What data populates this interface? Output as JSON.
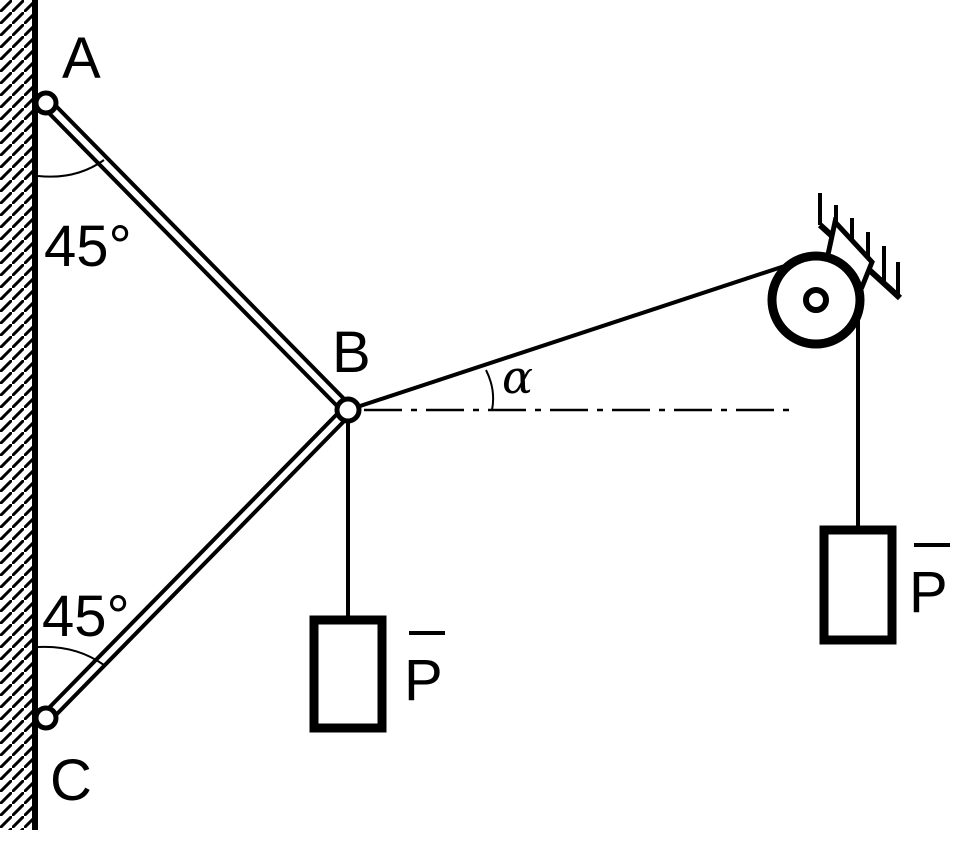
{
  "labels": {
    "point_a": "A",
    "point_b": "B",
    "point_c": "C",
    "angle_top": "45°",
    "angle_bottom": "45°",
    "angle_alpha": "α",
    "load_left": "P",
    "load_right": "P"
  },
  "colors": {
    "stroke": "#000000",
    "background": "#ffffff"
  }
}
